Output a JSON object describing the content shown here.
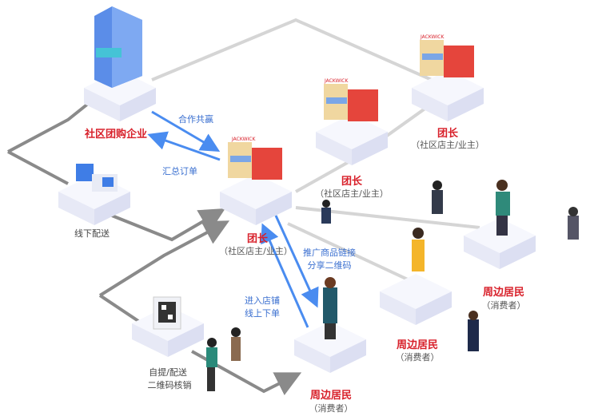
{
  "colors": {
    "accent_red": "#d8202a",
    "arrow_blue": "#4a8cf0",
    "line_gray": "#8a8a8a",
    "platform": "#eef0fa"
  },
  "nodes": {
    "enterprise": {
      "label": "社区团购企业",
      "icon": "office-building-icon"
    },
    "delivery": {
      "label": "线下配送",
      "icon": "truck-icon"
    },
    "pickup": {
      "label1": "自提/配送",
      "label2": "二维码核销",
      "icon": "qr-code-icon"
    },
    "leader_main": {
      "title": "团长",
      "sub": "（社区店主/业主）",
      "icon": "store-icon"
    },
    "leader_2": {
      "title": "团长",
      "sub": "（社区店主/业主）",
      "icon": "store-icon"
    },
    "leader_3": {
      "title": "团长",
      "sub": "（社区店主/业主）",
      "icon": "store-icon"
    },
    "resident_1": {
      "title": "周边居民",
      "sub": "（消费者）"
    },
    "resident_2": {
      "title": "周边居民",
      "sub": "（消费者）"
    },
    "resident_3": {
      "title": "周边居民",
      "sub": "（消费者）"
    }
  },
  "flows": {
    "cooperate": "合作共赢",
    "orders": "汇总订单",
    "promote1": "推广商品链接",
    "promote2": "分享二维码",
    "enter1": "进入店铺",
    "enter2": "线上下单"
  },
  "store_sign": "JACKWICK"
}
